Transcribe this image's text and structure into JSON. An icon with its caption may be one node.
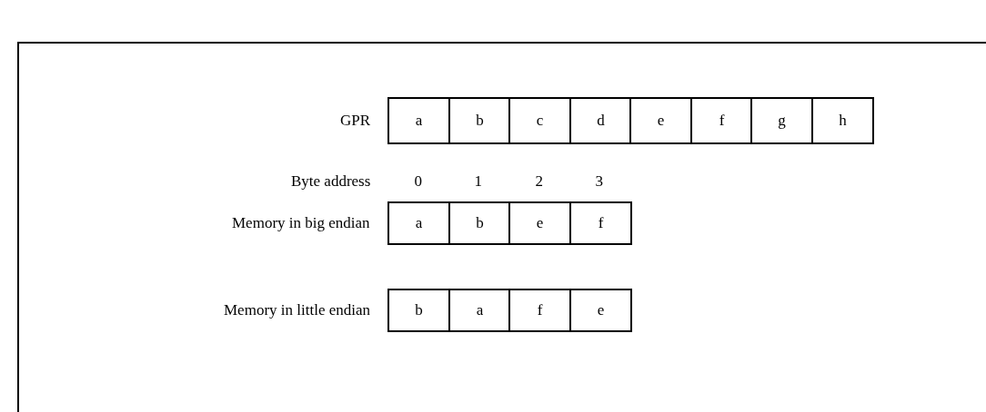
{
  "diagram": {
    "nodes": [
      {
        "text": [
          "a"
        ]
      },
      {
        "text": [
          "b"
        ]
      },
      {
        "text": [
          "c"
        ]
      },
      {
        "text": [
          "d"
        ]
      },
      {
        "text": [
          "e"
        ]
      },
      {
        "text": [
          "f"
        ]
      },
      {
        "text": [
          "g"
        ]
      },
      {
        "text": [
          "h"
        ]
      },
      {
        "text": [
          "a"
        ]
      },
      {
        "text": [
          "b"
        ]
      },
      {
        "text": [
          "e"
        ]
      },
      {
        "text": [
          "f"
        ]
      },
      {
        "text": [
          "b"
        ]
      },
      {
        "text": [
          "a"
        ]
      },
      {
        "text": [
          "f"
        ]
      },
      {
        "text": [
          "e"
        ]
      }
    ],
    "labels": [
      "GPR",
      "Byte address",
      "0",
      "1",
      "2",
      "3",
      "Memory in big endian",
      "Memory in little endian"
    ]
  }
}
